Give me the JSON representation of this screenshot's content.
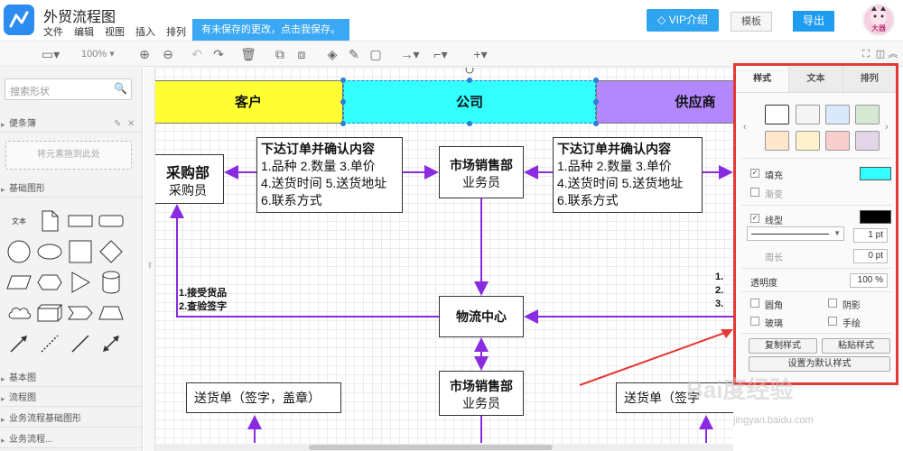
{
  "header": {
    "title": "外贸流程图",
    "menu": [
      "文件",
      "编辑",
      "视图",
      "插入",
      "排列"
    ],
    "unsaved_notice": "有未保存的更改，点击我保存。",
    "vip_label": "VIP介绍",
    "template_label": "模板",
    "export_label": "导出",
    "avatar_label": "大器"
  },
  "toolbar": {
    "zoom": "100%"
  },
  "sidebar": {
    "search_placeholder": "搜索形状",
    "scratchpad_title": "便条簿",
    "dropzone_text": "将元素拖到此处",
    "basic_shapes_title": "基础图形",
    "text_shape_label": "文本",
    "sections": [
      "基本图",
      "流程图",
      "业务流程基础图形",
      "业务流程..."
    ]
  },
  "canvas": {
    "lanes": [
      {
        "label": "客户",
        "color": "#ffff33"
      },
      {
        "label": "公司",
        "color": "#33ffff"
      },
      {
        "label": "供应商",
        "color": "#b388ff"
      }
    ],
    "purchase": {
      "title": "采购部",
      "role": "采购员"
    },
    "order_left": {
      "title": "下达订单并确认内容",
      "lines": [
        "1.品种 2.数量 3.单价",
        "4.送货时间 5.送货地址",
        "6.联系方式"
      ]
    },
    "marketing_top": {
      "title": "市场销售部",
      "role": "业务员"
    },
    "order_right": {
      "title": "下达订单并确认内容",
      "lines": [
        "1.品种 2.数量 3.单价",
        "4.送货时间 5.送货地址",
        "6.联系方式"
      ]
    },
    "logistics": {
      "title": "物流中心"
    },
    "marketing_bottom": {
      "title": "市场销售部",
      "role": "业务员"
    },
    "delivery_left": {
      "title": "送货单（签字，盖章）"
    },
    "delivery_right": {
      "title": "送货单（签字"
    },
    "note_left": [
      "1.接受货品",
      "2.查验签字"
    ],
    "note_right": [
      "1.",
      "2.",
      "3."
    ],
    "accent": "#8a2be2"
  },
  "format_panel": {
    "tabs": [
      "样式",
      "文本",
      "排列"
    ],
    "swatches": [
      "#ffffff",
      "#f5f5f5",
      "#dae8fc",
      "#d5e8d4",
      "#ffe6cc",
      "#fff2cc",
      "#f8cecc",
      "#e1d5e7"
    ],
    "fill_label": "填充",
    "fill_color": "#33ffff",
    "gradient_label": "渐变",
    "line_label": "线型",
    "line_color": "#000000",
    "line_width": "1 pt",
    "perimeter_label": "周长",
    "perimeter_value": "0 pt",
    "opacity_label": "透明度",
    "opacity_value": "100 %",
    "rounded_label": "圆角",
    "shadow_label": "阴影",
    "glass_label": "玻璃",
    "sketch_label": "手绘",
    "copy_style": "复制样式",
    "paste_style": "粘贴样式",
    "set_default": "设置为默认样式"
  },
  "watermark": {
    "brand": "Bai度经验",
    "url": "jingyan.baidu.com"
  }
}
